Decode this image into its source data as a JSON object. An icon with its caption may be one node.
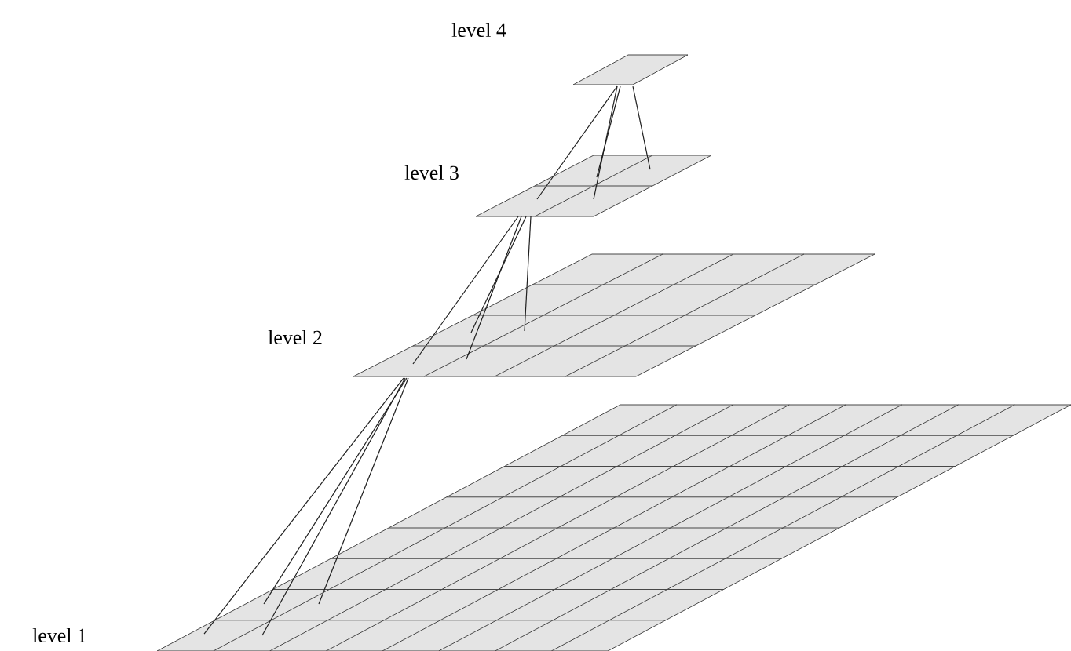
{
  "diagram": {
    "nodes": [
      {
        "text": [
          "level 4"
        ]
      },
      {
        "text": [
          "level 3"
        ]
      },
      {
        "text": [
          "level 2"
        ]
      },
      {
        "text": [
          "level 1"
        ]
      }
    ],
    "edges": [
      {
        "from": 0,
        "to": 1,
        "arrow": "none"
      },
      {
        "from": 0,
        "to": 1,
        "arrow": "none"
      },
      {
        "from": 0,
        "to": 1,
        "arrow": "none"
      },
      {
        "from": 0,
        "to": 1,
        "arrow": "none"
      },
      {
        "from": 1,
        "to": 2,
        "arrow": "none"
      },
      {
        "from": 1,
        "to": 2,
        "arrow": "none"
      },
      {
        "from": 1,
        "to": 2,
        "arrow": "none"
      },
      {
        "from": 1,
        "to": 2,
        "arrow": "none"
      },
      {
        "from": 2,
        "to": 3,
        "arrow": "none"
      },
      {
        "from": 2,
        "to": 3,
        "arrow": "none"
      },
      {
        "from": 2,
        "to": 3,
        "arrow": "none"
      },
      {
        "from": 2,
        "to": 3,
        "arrow": "none"
      }
    ]
  }
}
